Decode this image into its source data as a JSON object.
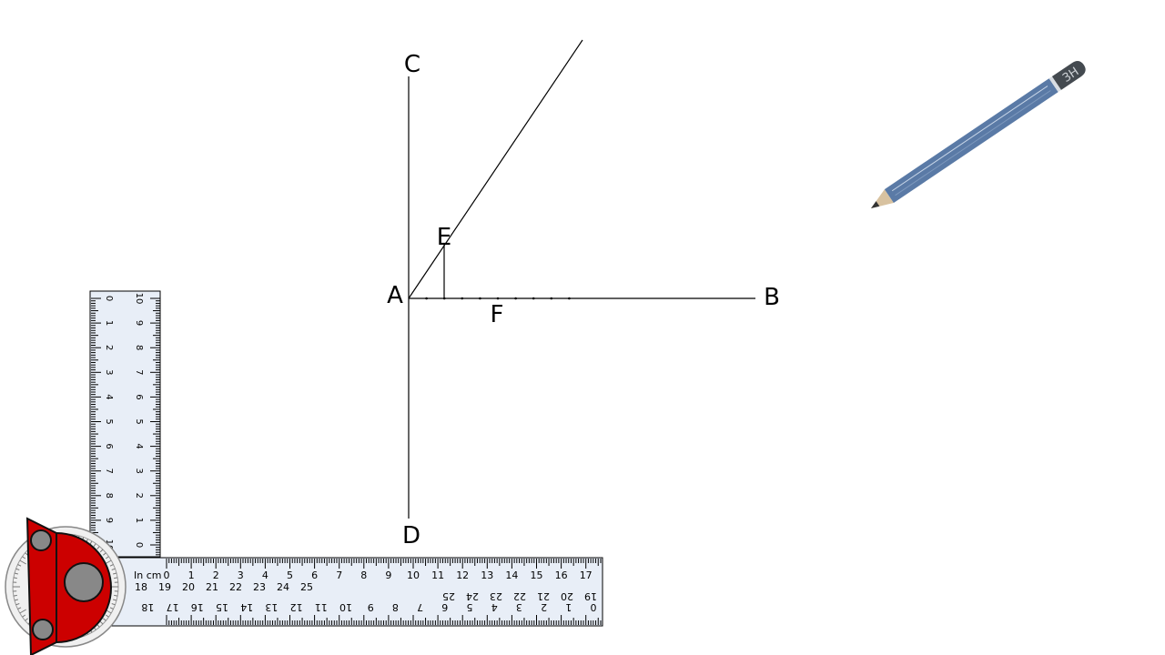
{
  "points": {
    "A": "A",
    "B": "B",
    "C": "C",
    "D": "D",
    "E": "E",
    "F": "F"
  },
  "pencil": {
    "grade": "3H",
    "body_color": "#5a7aa6",
    "cap_color": "#444a50"
  },
  "tools": {
    "ruler_unit_label": "In cm",
    "ruler_color": "#e8eef7",
    "protractor_color": "#cc0000",
    "knob_color": "#888888"
  }
}
